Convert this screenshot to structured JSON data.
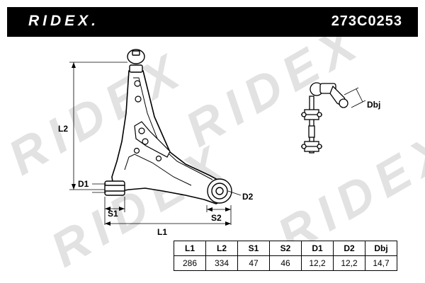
{
  "header": {
    "brand": "RIDEX.",
    "part_number": "273C0253"
  },
  "watermark": {
    "text": "RIDEX"
  },
  "dimensions": {
    "l1": "L1",
    "l2": "L2",
    "s1": "S1",
    "s2": "S2",
    "d1": "D1",
    "d2": "D2",
    "dbj": "Dbj"
  },
  "spec_table": {
    "headers": [
      "L1",
      "L2",
      "S1",
      "S2",
      "D1",
      "D2",
      "Dbj"
    ],
    "values": [
      "286",
      "334",
      "47",
      "46",
      "12,2",
      "12,2",
      "14,7"
    ]
  }
}
